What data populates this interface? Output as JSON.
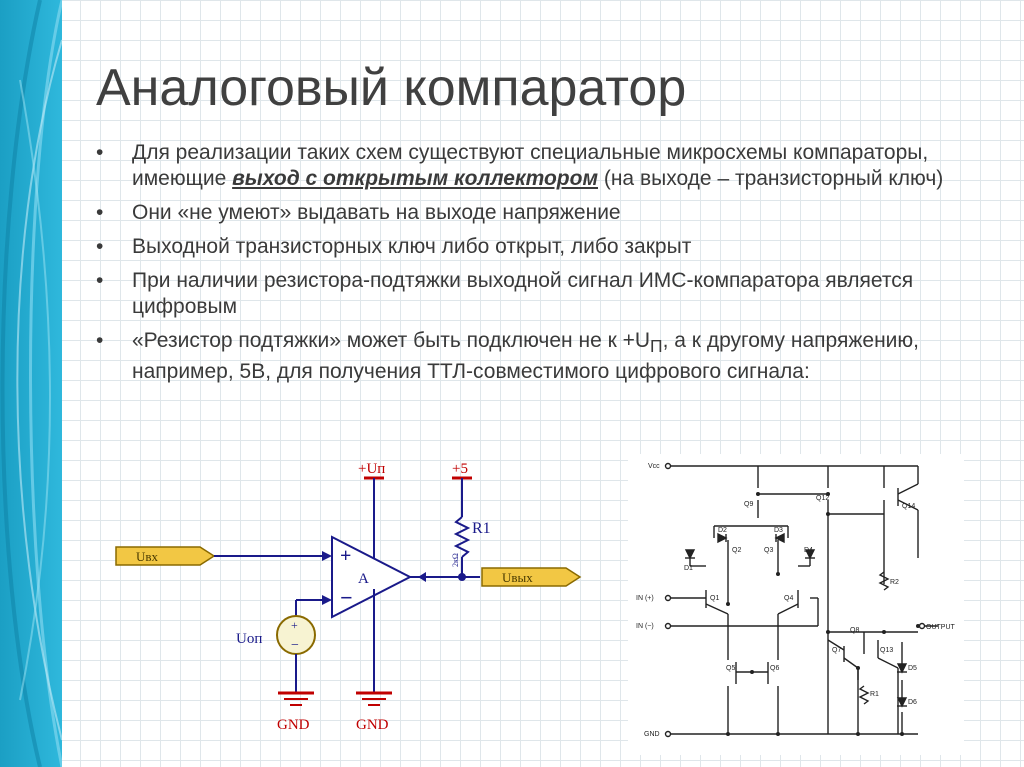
{
  "slide": {
    "title": "Аналоговый компаратор",
    "bullets": [
      {
        "pre": "Для реализации таких схем существуют специальные микросхемы компараторы, имеющие ",
        "emphasis": "выход с открытым коллектором",
        "post": " (на выходе – транзисторный ключ)"
      },
      {
        "text": "Они «не умеют» выдавать на выходе напряжение"
      },
      {
        "text": "Выходной транзисторных ключ либо открыт, либо закрыт"
      },
      {
        "text": "При наличии резистора-подтяжки выходной сигнал ИМС-компаратора является цифровым"
      },
      {
        "pre": "«Резистор подтяжки» может быть подключен не к +U",
        "sub": "П",
        "post": ", а к другому напряжению, например, 5В, для получения ТТЛ-совместимого цифрового сигнала:"
      }
    ]
  },
  "schematic_left": {
    "supply_label": "+Uп",
    "pullup_supply_label": "+5",
    "resistor_label": "R1",
    "resistor_value": "2кΩ",
    "input_label": "Uвх",
    "output_label": "Uвых",
    "opamp_label": "A",
    "opamp_plus": "+",
    "opamp_minus": "−",
    "ref_source_label": "Uоп",
    "source_plus": "+",
    "source_minus": "−",
    "ground_label_1": "GND",
    "ground_label_2": "GND",
    "colors": {
      "wire": "#1a1a8a",
      "supply": "#c00000",
      "flag_fill": "#f2c744",
      "flag_stroke": "#8a6a00"
    }
  },
  "schematic_right": {
    "vcc_label": "Vcc",
    "input_plus_label": "IN (+)",
    "input_minus_label": "IN (−)",
    "output_label": "OUTPUT",
    "gnd_label": "GND",
    "transistors": [
      "Q9",
      "Q12",
      "Q14",
      "Q2",
      "Q3",
      "Q1",
      "Q4",
      "Q8",
      "Q7",
      "Q13",
      "Q5",
      "Q6"
    ],
    "diodes": [
      "D1",
      "D2",
      "D3",
      "D4",
      "D5",
      "D6"
    ],
    "resistors": [
      "R2",
      "R1"
    ]
  }
}
